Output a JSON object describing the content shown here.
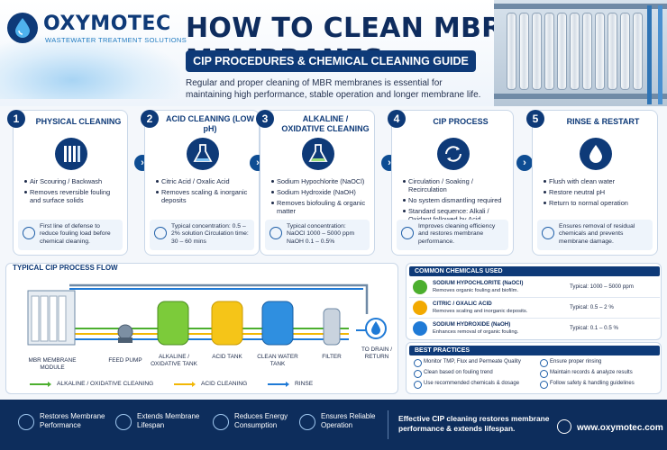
{
  "brand": {
    "name": "OXYMOTEC",
    "tagline": "WASTEWATER TREATMENT SOLUTIONS"
  },
  "header": {
    "title": "HOW TO CLEAN MBR MEMBRANES",
    "subtitle": "CIP PROCEDURES & CHEMICAL CLEANING GUIDE",
    "intro": "Regular and proper cleaning of MBR membranes is essential for maintaining high performance, stable operation and longer membrane life."
  },
  "steps": [
    {
      "num": "1",
      "title": "PHYSICAL CLEANING",
      "icon": "membrane-modules-icon",
      "bullets": [
        "Air Scouring / Backwash",
        "Removes reversible fouling and surface solids"
      ],
      "note": "First line of defense to reduce fouling load before chemical cleaning.",
      "note_icon": "lightbulb-icon"
    },
    {
      "num": "2",
      "title": "ACID CLEANING (LOW pH)",
      "icon": "flask-icon",
      "bullets": [
        "Citric Acid / Oxalic Acid",
        "Removes scaling & inorganic deposits"
      ],
      "note": "Typical concentration: 0.5 – 2% solution Circulation time: 30 – 60 mins",
      "note_icon": "lightbulb-icon"
    },
    {
      "num": "3",
      "title": "ALKALINE / OXIDATIVE CLEANING",
      "icon": "flask-icon",
      "bullets": [
        "Sodium Hypochlorite (NaOCl)",
        "Sodium Hydroxide (NaOH)",
        "Removes biofouling & organic matter"
      ],
      "note": "Typical concentration: NaOCl 1000 – 5000 ppm NaOH 0.1 – 0.5%",
      "note_icon": "lightbulb-icon"
    },
    {
      "num": "4",
      "title": "CIP PROCESS",
      "icon": "recirculation-icon",
      "bullets": [
        "Circulation / Soaking / Recirculation",
        "No system dismantling required",
        "Standard sequence: Alkali / Oxidant followed by Acid"
      ],
      "note": "Improves cleaning efficiency and restores membrane performance.",
      "note_icon": "gear-icon"
    },
    {
      "num": "5",
      "title": "RINSE & RESTART",
      "icon": "water-drop-icon",
      "bullets": [
        "Flush with clean water",
        "Restore neutral pH",
        "Return to normal operation"
      ],
      "note": "Ensures removal of residual chemicals and prevents membrane damage.",
      "note_icon": "check-circle-icon"
    }
  ],
  "flow": {
    "title": "TYPICAL CIP PROCESS FLOW",
    "components": [
      "MBR MEMBRANE MODULE",
      "FEED PUMP",
      "ALKALINE / OXIDATIVE TANK",
      "ACID TANK",
      "CLEAN WATER TANK",
      "FILTER",
      "TO DRAIN / RETURN"
    ],
    "legend": [
      {
        "label": "ALKALINE / OXIDATIVE CLEANING",
        "color": "#4caf2e"
      },
      {
        "label": "ACID CLEANING",
        "color": "#f2b705"
      },
      {
        "label": "RINSE",
        "color": "#1f7ad6"
      }
    ],
    "tank_colors": {
      "alkaline": "#7ccb3a",
      "acid": "#f5c518",
      "water": "#2f8fe0"
    }
  },
  "chemicals": {
    "title": "COMMON CHEMICALS USED",
    "items": [
      {
        "name": "SODIUM HYPOCHLORITE (NaOCl)",
        "desc": "Removes organic fouling and biofilm.",
        "typical": "Typical: 1000 – 5000 ppm",
        "color": "#4caf2e"
      },
      {
        "name": "CITRIC / OXALIC ACID",
        "desc": "Removes scaling and inorganic deposits.",
        "typical": "Typical: 0.5 – 2 %",
        "color": "#f2a900"
      },
      {
        "name": "SODIUM HYDROXIDE (NaOH)",
        "desc": "Enhances removal of organic fouling.",
        "typical": "Typical: 0.1 – 0.5 %",
        "color": "#1f7ad6"
      }
    ]
  },
  "practices": {
    "title": "BEST PRACTICES",
    "items": [
      "Monitor TMP, Flux and Permeate Quality",
      "Clean based on fouling trend",
      "Use recommended chemicals & dosage",
      "Ensure proper rinsing",
      "Maintain records & analyze results",
      "Follow safety & handling guidelines"
    ]
  },
  "footer": {
    "benefits": [
      {
        "label": "Restores Membrane Performance",
        "icon": "gear-icon"
      },
      {
        "label": "Extends Membrane Lifespan",
        "icon": "shield-icon"
      },
      {
        "label": "Reduces Energy Consumption",
        "icon": "lightning-icon"
      },
      {
        "label": "Ensures Reliable Operation",
        "icon": "settings-icon"
      }
    ],
    "message": "Effective CIP cleaning restores membrane performance & extends lifespan.",
    "website": "www.oxymotec.com"
  }
}
